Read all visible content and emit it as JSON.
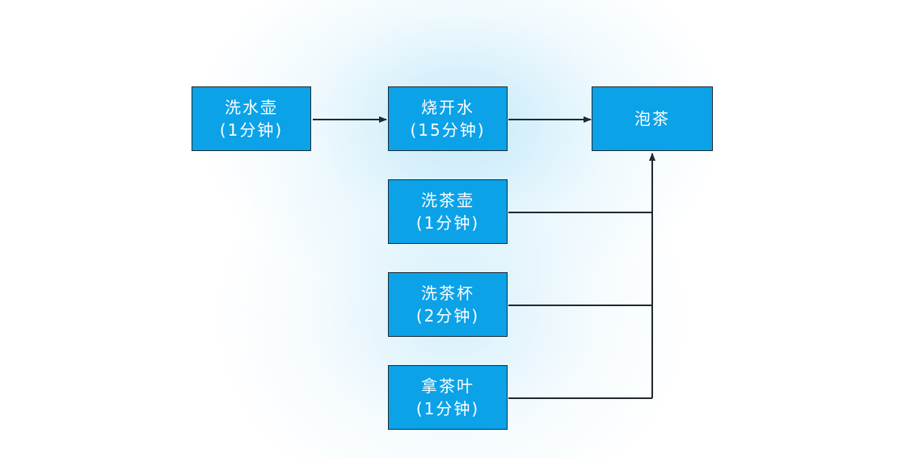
{
  "nodes": [
    {
      "id": "wash-kettle",
      "line1": "洗水壶",
      "line2": "(1分钟)"
    },
    {
      "id": "boil-water",
      "line1": "烧开水",
      "line2": "(15分钟)"
    },
    {
      "id": "make-tea",
      "line1": "泡茶",
      "line2": ""
    },
    {
      "id": "wash-teapot",
      "line1": "洗茶壶",
      "line2": "(1分钟)"
    },
    {
      "id": "wash-cups",
      "line1": "洗茶杯",
      "line2": "(2分钟)"
    },
    {
      "id": "get-tea-leaves",
      "line1": "拿茶叶",
      "line2": "(1分钟)"
    }
  ],
  "edges": [
    {
      "from": "wash-kettle",
      "to": "boil-water"
    },
    {
      "from": "boil-water",
      "to": "make-tea"
    },
    {
      "from": "wash-teapot",
      "to": "make-tea"
    },
    {
      "from": "wash-cups",
      "to": "make-tea"
    },
    {
      "from": "get-tea-leaves",
      "to": "make-tea"
    }
  ],
  "colors": {
    "node_fill": "#0ba2e8",
    "node_border": "#1f2a33",
    "node_text": "#ffffff",
    "edge": "#1f2a33"
  }
}
